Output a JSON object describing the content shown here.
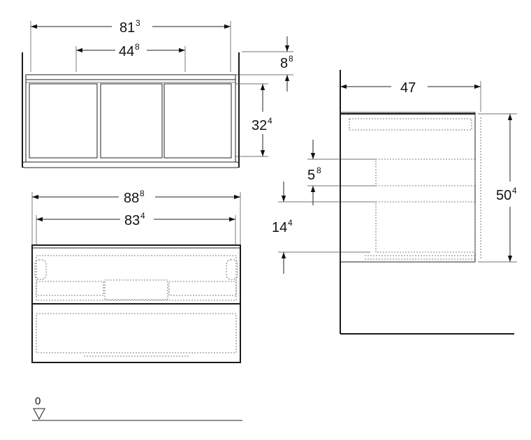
{
  "dimensions": {
    "top_width": {
      "main": "81",
      "sup": "3"
    },
    "top_inner_width": {
      "main": "44",
      "sup": "8"
    },
    "top_thickness": {
      "main": "8",
      "sup": "8"
    },
    "top_height": {
      "main": "32",
      "sup": "4"
    },
    "front_outer_width": {
      "main": "88",
      "sup": "8"
    },
    "front_inner_width": {
      "main": "83",
      "sup": "4"
    },
    "side_depth": {
      "main": "47",
      "sup": ""
    },
    "side_drawer_gap": {
      "main": "5",
      "sup": "8"
    },
    "side_plinth": {
      "main": "14",
      "sup": "4"
    },
    "side_height": {
      "main": "50",
      "sup": "4"
    }
  },
  "floor_level": {
    "label": "0"
  }
}
